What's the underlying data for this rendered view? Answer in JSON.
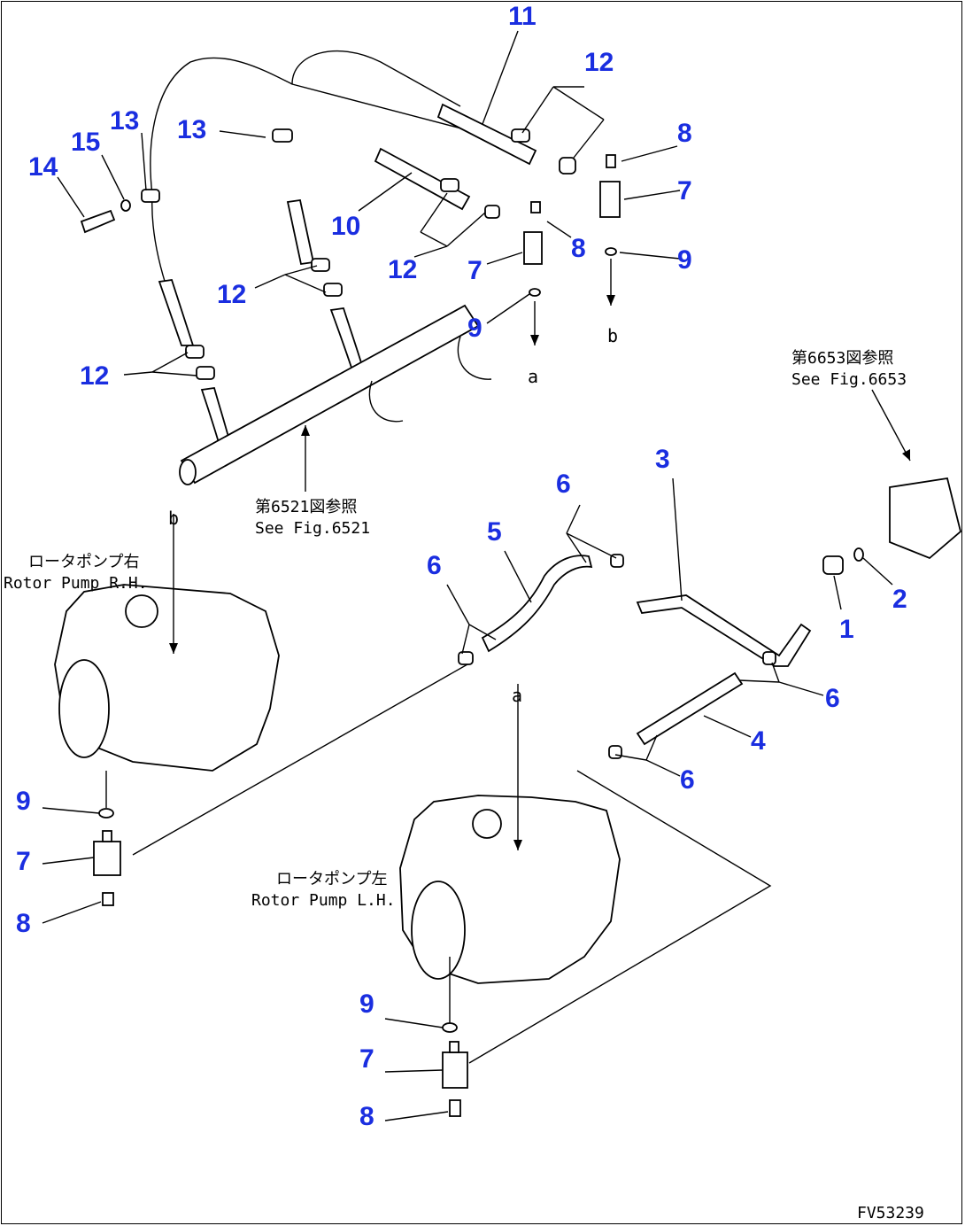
{
  "drawing": {
    "code": "FV53239",
    "callouts": {
      "c1": "1",
      "c2": "2",
      "c3": "3",
      "c4": "4",
      "c5": "5",
      "c6a": "6",
      "c6b": "6",
      "c6c": "6",
      "c6d": "6",
      "c7a": "7",
      "c7b": "7",
      "c7c": "7",
      "c7d": "7",
      "c8a": "8",
      "c8b": "8",
      "c8c": "8",
      "c8d": "8",
      "c9a": "9",
      "c9b": "9",
      "c9c": "9",
      "c9d": "9",
      "c10": "10",
      "c11": "11",
      "c12a": "12",
      "c12b": "12",
      "c12c": "12",
      "c12d": "12",
      "c13a": "13",
      "c13b": "13",
      "c14": "14",
      "c15": "15"
    },
    "refs": {
      "fig6653_jp": "第6653図参照",
      "fig6653_en": "See Fig.6653",
      "fig6521_jp": "第6521図参照",
      "fig6521_en": "See Fig.6521"
    },
    "pumps": {
      "rh_jp": "ロータポンプ右",
      "rh_en": "Rotor Pump R.H.",
      "lh_jp": "ロータポンプ左",
      "lh_en": "Rotor Pump L.H."
    },
    "markers": {
      "a1": "a",
      "a2": "a",
      "b1": "b",
      "b2": "b"
    }
  }
}
